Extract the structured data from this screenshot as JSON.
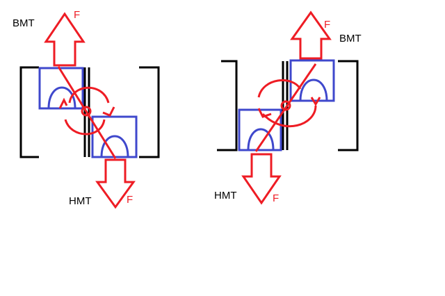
{
  "colors": {
    "frame": "#000000",
    "block": "#3f48cc",
    "force": "#ee1c24",
    "background": "#ffffff"
  },
  "left_diagram": {
    "top_label": "BMT",
    "top_force": "F",
    "bottom_label": "HMT",
    "bottom_force": "F"
  },
  "right_diagram": {
    "top_label": "BMT",
    "top_force": "F",
    "bottom_label": "HMT",
    "bottom_force": "F"
  }
}
